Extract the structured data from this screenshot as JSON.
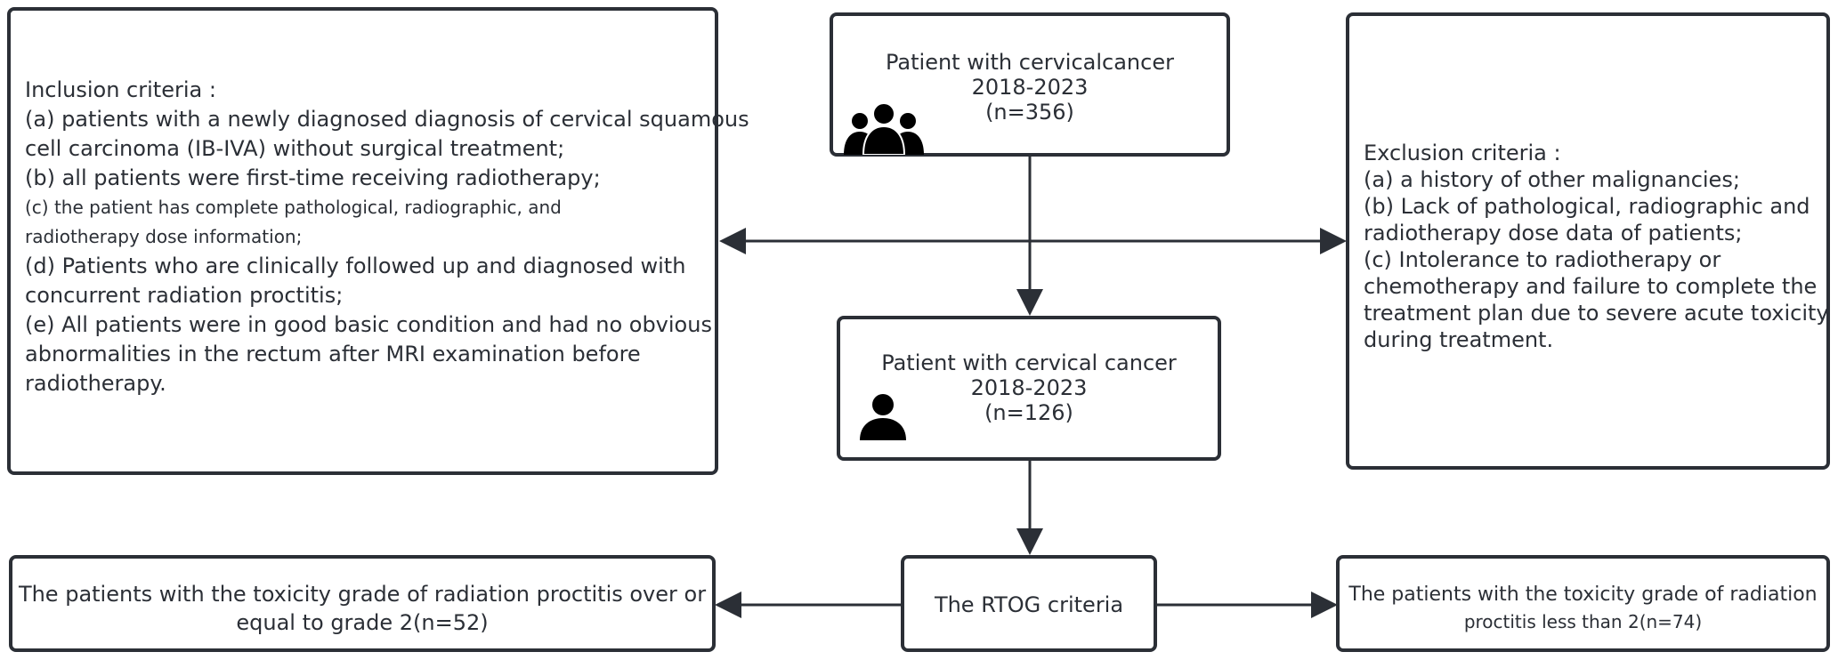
{
  "inclusion": {
    "title": "Inclusion criteria :",
    "lines": [
      "(a) patients with a newly diagnosed diagnosis of cervical squamous",
      "cell carcinoma (IB-IVA) without surgical treatment;",
      "(b) all patients were first-time receiving radiotherapy;",
      "(c) the patient has complete pathological, radiographic, and",
      "radiotherapy dose information;",
      "(d) Patients who are clinically followed up and diagnosed with",
      "concurrent radiation proctitis;",
      "(e) All patients were in good basic condition and had no obvious",
      "abnormalities in the rectum after MRI examination before",
      "radiotherapy."
    ]
  },
  "top_box": {
    "line1": "Patient with cervicalcancer",
    "line2": "2018-2023",
    "line3": "(n=356)",
    "icon": "group-people-icon"
  },
  "mid_box": {
    "line1": "Patient with cervical cancer",
    "line2": "2018-2023",
    "line3": "(n=126)",
    "icon": "person-icon"
  },
  "exclusion": {
    "title": "Exclusion criteria :",
    "lines": [
      "(a) a history of other malignancies;",
      "(b) Lack of pathological, radiographic and",
      "radiotherapy dose data of patients;",
      "(c) Intolerance to radiotherapy or",
      "chemotherapy and failure to complete the",
      "treatment plan due to severe acute toxicity",
      "during treatment."
    ]
  },
  "rtog": {
    "label": "The RTOG criteria"
  },
  "bottom_left": {
    "line1": "The patients  with the toxicity grade of radiation proctitis over or",
    "line2": "equal to grade 2(n=52)"
  },
  "bottom_right": {
    "line1": "The patients  with the toxicity grade of radiation",
    "line2": "proctitis less than 2(n=74)"
  },
  "colors": {
    "stroke": "#2b2f36",
    "background": "#ffffff",
    "icon": "#000000"
  }
}
